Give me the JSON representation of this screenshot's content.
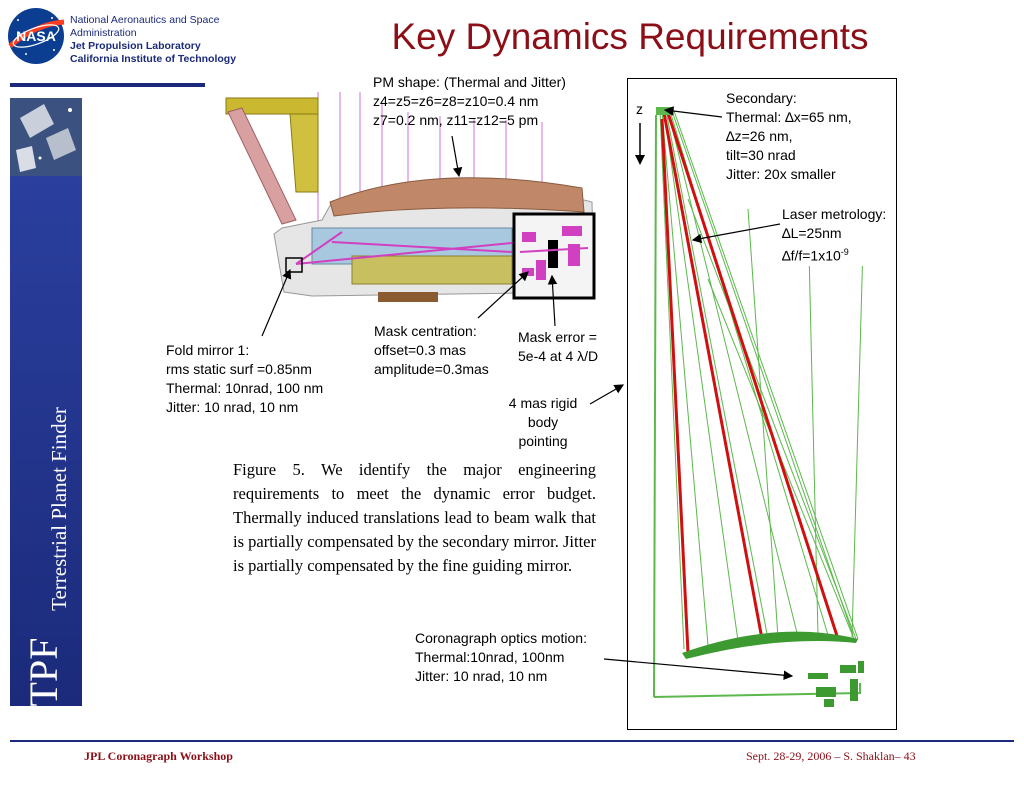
{
  "header": {
    "org_line1": "National Aeronautics and Space",
    "org_line2": "Administration",
    "lab": "Jet Propulsion Laboratory",
    "institute": "California Institute of Technology",
    "logo_text": "NASA"
  },
  "title": "Key Dynamics Requirements",
  "sidebar": {
    "project": "Terrestrial Planet Finder",
    "acronym": "TPF"
  },
  "annotations": {
    "pm_shape": [
      "PM shape: (Thermal and Jitter)",
      "z4=z5=z6=z8=z10=0.4 nm",
      "z7=0.2 nm, z11=z12=5 pm"
    ],
    "fold_mirror": [
      "Fold mirror 1:",
      "rms static surf =0.85nm",
      "Thermal: 10nrad, 100 nm",
      "Jitter: 10 nrad, 10 nm"
    ],
    "mask_centration": [
      "Mask centration:",
      "offset=0.3 mas",
      "amplitude=0.3mas"
    ],
    "mask_error": [
      "Mask error =",
      "5e-4 at 4 λ/D"
    ],
    "rigid_body": [
      "4 mas rigid",
      "body",
      "pointing"
    ],
    "secondary": [
      "Secondary:",
      "Thermal: ∆x=65 nm,",
      "∆z=26 nm,",
      "tilt=30 nrad",
      "Jitter: 20x smaller"
    ],
    "laser_metrology": {
      "line1": "Laser metrology:",
      "line2": "∆L=25nm",
      "line3_base": "∆f/f=1x10",
      "line3_exp": "-9"
    },
    "coronagraph": [
      "Coronagraph optics motion:",
      "Thermal:10nrad, 100nm",
      "Jitter: 10 nrad, 10 nm"
    ],
    "z_axis": "z"
  },
  "caption": "Figure 5. We identify the major engineering requirements to meet the dynamic error budget.  Thermally induced translations lead to beam walk that is partially compensated by the secondary mirror.  Jitter is partially compensated by the fine guiding mirror.",
  "footer": {
    "left": "JPL Coronagraph Workshop",
    "right": "Sept. 28-29, 2006  –   S. Shaklan– 43"
  }
}
